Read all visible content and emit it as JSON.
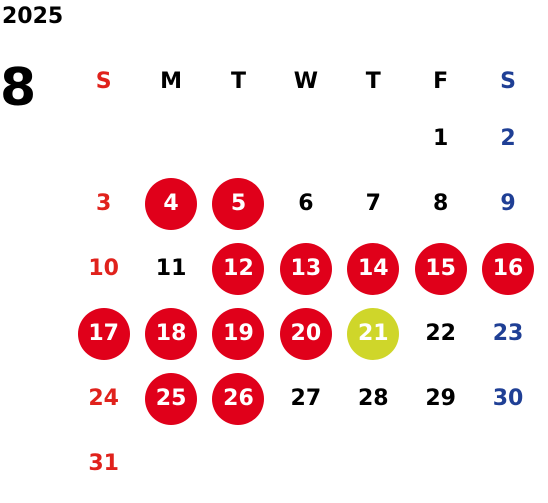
{
  "calendar": {
    "year": "2025",
    "month": "8",
    "weekday_labels": [
      "S",
      "M",
      "T",
      "W",
      "T",
      "F",
      "S"
    ],
    "colors": {
      "sunday": "#e0221c",
      "saturday": "#1f3f95",
      "holiday_circle": "#e0001a",
      "today_circle": "#cfd62a",
      "weekday_text": "#000000"
    },
    "weeks": [
      [
        null,
        null,
        null,
        null,
        null,
        "1",
        "2"
      ],
      [
        "3",
        "4",
        "5",
        "6",
        "7",
        "8",
        "9"
      ],
      [
        "10",
        "11",
        "12",
        "13",
        "14",
        "15",
        "16"
      ],
      [
        "17",
        "18",
        "19",
        "20",
        "21",
        "22",
        "23"
      ],
      [
        "24",
        "25",
        "26",
        "27",
        "28",
        "29",
        "30"
      ],
      [
        "31",
        null,
        null,
        null,
        null,
        null,
        null
      ]
    ],
    "highlighted_days": [
      "4",
      "5",
      "12",
      "13",
      "14",
      "15",
      "16",
      "17",
      "18",
      "19",
      "20",
      "25",
      "26"
    ],
    "today": "21"
  }
}
